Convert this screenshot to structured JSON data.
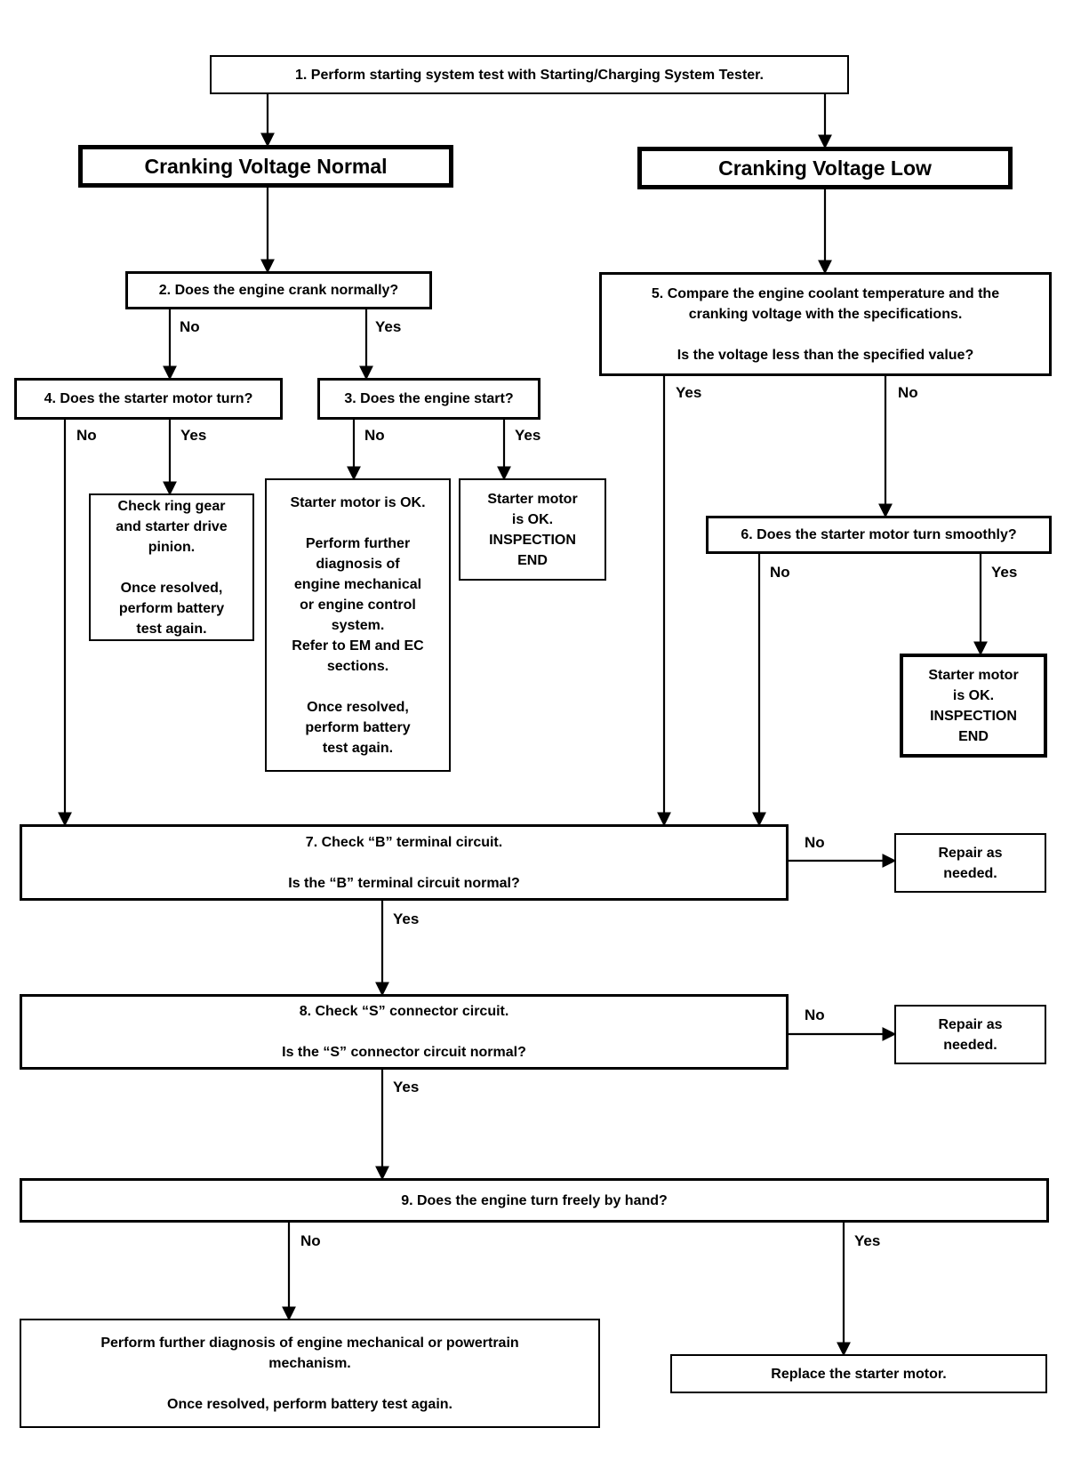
{
  "nodes": {
    "step1": {
      "lines": [
        "1. Perform starting system test with Starting/Charging System Tester."
      ]
    },
    "cranking_normal": {
      "label": "Cranking Voltage Normal"
    },
    "cranking_low": {
      "label": "Cranking Voltage Low"
    },
    "step2": {
      "lines": [
        "2. Does the engine crank normally?"
      ]
    },
    "step4": {
      "lines": [
        "4. Does the starter motor turn?"
      ]
    },
    "step3": {
      "lines": [
        "3. Does the engine start?"
      ]
    },
    "ring_gear": {
      "lines": [
        "Check ring gear",
        "and starter drive",
        "pinion.",
        "",
        "Once resolved,",
        "perform battery",
        "test again."
      ]
    },
    "starter_ok_diagnosis": {
      "lines": [
        "Starter motor is OK.",
        "",
        "Perform further",
        "diagnosis of",
        "engine mechanical",
        "or engine control",
        "system.",
        "Refer to EM and EC",
        "sections.",
        "",
        "Once resolved,",
        "perform battery",
        "test again."
      ]
    },
    "inspection_end_1": {
      "lines": [
        "Starter motor",
        "is OK.",
        "INSPECTION",
        "END"
      ]
    },
    "step5": {
      "lines": [
        "5. Compare the engine coolant temperature and the",
        "cranking voltage with the specifications.",
        "",
        "Is the voltage less than the specified value?"
      ]
    },
    "step6": {
      "lines": [
        "6. Does the starter motor turn smoothly?"
      ]
    },
    "inspection_end_2": {
      "lines": [
        "Starter motor",
        "is OK.",
        "INSPECTION",
        "END"
      ]
    },
    "step7": {
      "lines": [
        "7. Check “B” terminal circuit.",
        "",
        "Is the “B” terminal circuit normal?"
      ]
    },
    "repair_1": {
      "lines": [
        "Repair as",
        "needed."
      ]
    },
    "step8": {
      "lines": [
        "8. Check “S” connector circuit.",
        "",
        "Is the “S” connector circuit normal?"
      ]
    },
    "repair_2": {
      "lines": [
        "Repair as",
        "needed."
      ]
    },
    "step9": {
      "lines": [
        "9. Does the engine turn freely by hand?"
      ]
    },
    "engine_diagnosis": {
      "lines": [
        "Perform further diagnosis of engine mechanical or powertrain",
        "mechanism.",
        "",
        "Once resolved, perform battery test again."
      ]
    },
    "replace_starter": {
      "lines": [
        "Replace the starter motor."
      ]
    }
  },
  "labels": {
    "yes": "Yes",
    "no": "No"
  },
  "colors": {
    "line": "#000000",
    "background": "#ffffff",
    "text": "#000000"
  }
}
